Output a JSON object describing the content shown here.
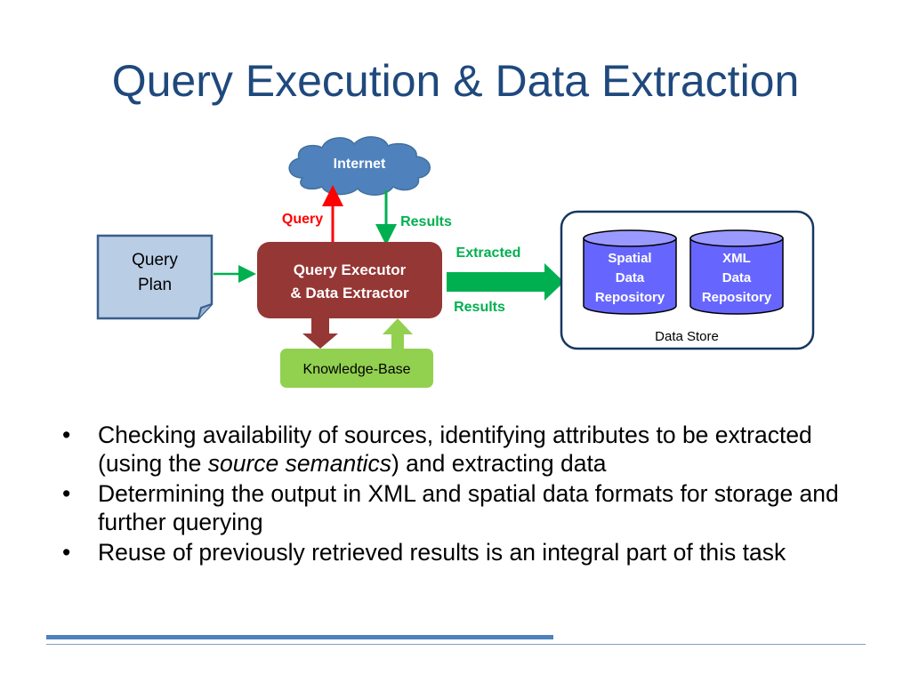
{
  "slide": {
    "title": "Query Execution & Data Extraction"
  },
  "diagram": {
    "internet": "Internet",
    "query_label": "Query",
    "results_label": "Results",
    "query_plan_line1": "Query",
    "query_plan_line2": "Plan",
    "executor_line1": "Query Executor",
    "executor_line2": "& Data Extractor",
    "extracted_label": "Extracted",
    "extracted_results_label": "Results",
    "knowledge_base": "Knowledge-Base",
    "spatial_line1": "Spatial",
    "spatial_line2": "Data",
    "spatial_line3": "Repository",
    "xml_line1": "XML",
    "xml_line2": "Data",
    "xml_line3": "Repository",
    "data_store": "Data Store",
    "colors": {
      "cloud": "#4f81bd",
      "executor": "#953735",
      "knowledge_base": "#92d050",
      "green_arrow": "#00b050",
      "red_arrow": "#ff0000",
      "repository": "#6666ff",
      "query_plan": "#b9cde5"
    }
  },
  "bullets": [
    {
      "pre": "Checking availability of sources, identifying attributes to be extracted (using the ",
      "em": "source semantics",
      "post": ") and extracting data"
    },
    {
      "pre": "Determining the output in XML and spatial data formats for storage and further querying",
      "em": "",
      "post": ""
    },
    {
      "pre": "Reuse of previously retrieved results is an integral part of this task",
      "em": "",
      "post": ""
    }
  ],
  "bullet_char": "•"
}
